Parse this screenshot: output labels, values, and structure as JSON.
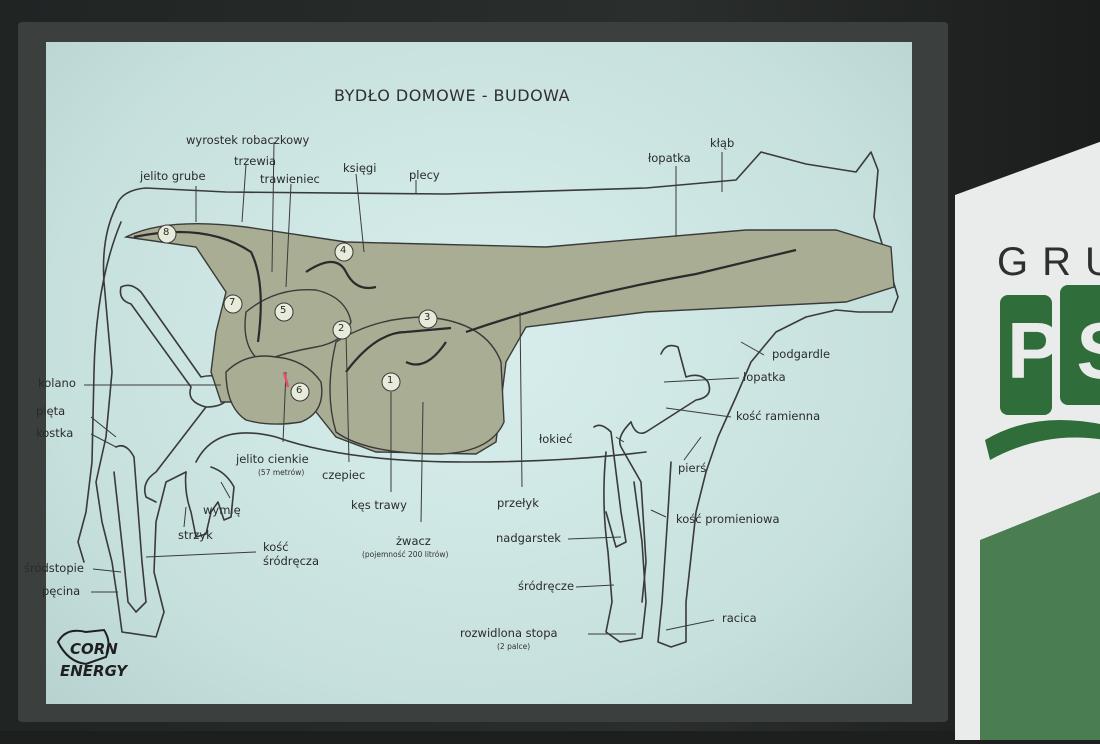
{
  "slide": {
    "title": "BYDŁO DOMOWE - BUDOWA",
    "labels": {
      "wyrostek": "wyrostek robaczkowy",
      "trzewia": "trzewia",
      "jelito_grube": "jelito grube",
      "trawieniec": "trawieniec",
      "ksiegi": "księgi",
      "plecy": "plecy",
      "lopatka_top": "łopatka",
      "klab": "kłąb",
      "podgardle": "podgardle",
      "lopatka_right": "łopatka",
      "kosc_ramienna": "kość ramienna",
      "kolano": "kolano",
      "pieta": "pięta",
      "kostka": "kostka",
      "lokiec": "łokieć",
      "piers": "pierś",
      "jelito_cienkie": "jelito cienkie",
      "jelito_cienkie_sub": "(57 metrów)",
      "czepiec": "czepiec",
      "wymie": "wymię",
      "kes_trawy": "kęs trawy",
      "przelyk": "przełyk",
      "kosc_promieniowa": "kość promieniowa",
      "strzyk": "strzyk",
      "kosc_srodreczna_1": "kość",
      "kosc_srodreczna_2": "śródręcza",
      "zwacz": "żwacz",
      "zwacz_sub": "(pojemność 200 litrów)",
      "nadgarstek": "nadgarstek",
      "srodstopie": "śródstopie",
      "srodrecze": "śródręcze",
      "pecina": "pęcina",
      "racica": "racica",
      "rozwidlona_stopa": "rozwidlona stopa",
      "rozwidlona_stopa_sub": "(2 palce)"
    },
    "stomach_numbers": [
      "1",
      "2",
      "3",
      "4",
      "5",
      "6",
      "7",
      "8"
    ],
    "logo": {
      "line1": "CORN",
      "line2": "ENERGY"
    }
  },
  "banner": {
    "text1": "GRU",
    "text2": "PS"
  },
  "colors": {
    "slide_bg": "#cfe7e5",
    "organ_fill": "#a9ad93",
    "outline": "#3a3a3a",
    "banner_green": "#2f6d3a"
  }
}
